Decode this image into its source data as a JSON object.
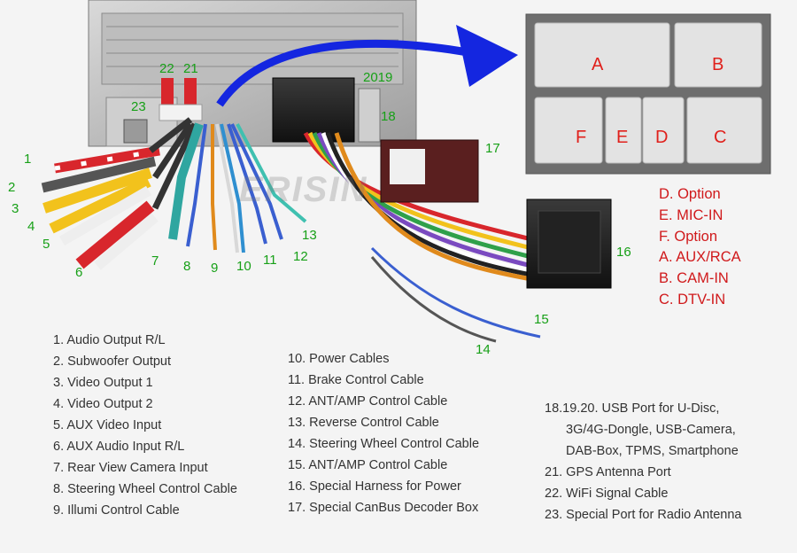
{
  "watermark": "ERISIN",
  "callouts": [
    "1",
    "2",
    "3",
    "4",
    "5",
    "6",
    "7",
    "8",
    "9",
    "10",
    "11",
    "12",
    "13",
    "14",
    "15",
    "16",
    "17",
    "2019",
    "18",
    "22",
    "21",
    "23"
  ],
  "connector_letters": [
    "A",
    "B",
    "F",
    "E",
    "D",
    "C"
  ],
  "connector_legend": [
    "D. Option",
    "E. MIC-IN",
    "F. Option",
    "A. AUX/RCA",
    "B. CAM-IN",
    "C. DTV-IN"
  ],
  "legend_col1": [
    "1. Audio Output R/L",
    "2. Subwoofer Output",
    "3. Video Output 1",
    "4. Video Output 2",
    "5. AUX Video Input",
    "6. AUX Audio Input R/L",
    "7. Rear View Camera Input",
    "8. Steering Wheel Control Cable",
    "9. Illumi Control Cable"
  ],
  "legend_col2": [
    "10. Power Cables",
    "11. Brake Control Cable",
    "12. ANT/AMP Control Cable",
    "13. Reverse Control Cable",
    "14. Steering Wheel Control Cable",
    "15. ANT/AMP Control Cable",
    "16. Special Harness for Power",
    "17. Special CanBus Decoder Box"
  ],
  "legend_col3": {
    "item_18_20_line1": "18.19.20. USB Port for U-Disc,",
    "item_18_20_line2": "3G/4G-Dongle, USB-Camera,",
    "item_18_20_line3": "DAB-Box, TPMS, Smartphone",
    "item_21": "21. GPS Antenna Port",
    "item_22": "22. WiFi Signal Cable",
    "item_23": "23. Special Port for Radio Antenna"
  },
  "colors": {
    "callout_green": "#17a017",
    "label_red": "#d0191b",
    "arrow_blue": "#1426e0",
    "text_gray": "#333333"
  }
}
